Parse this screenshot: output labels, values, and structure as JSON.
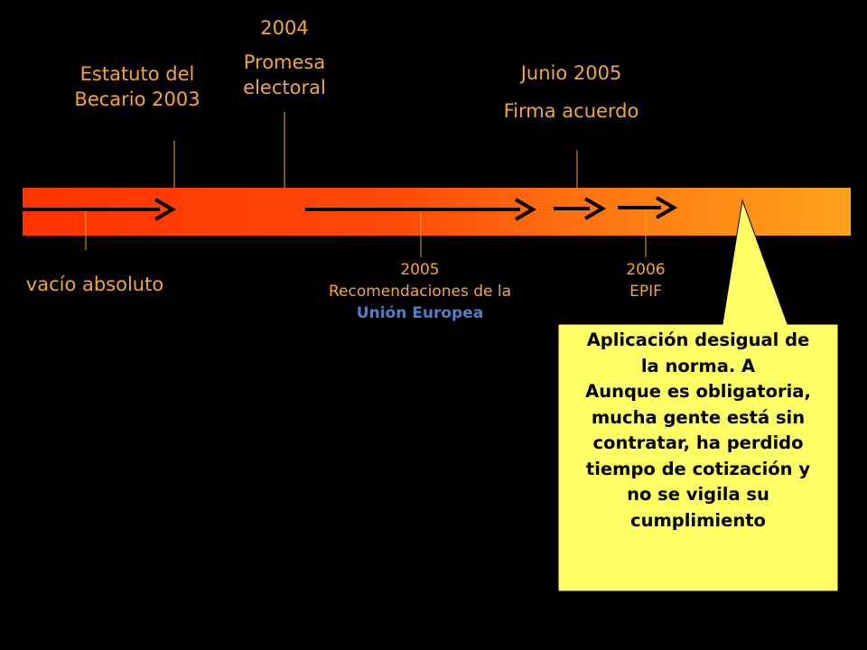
{
  "colors": {
    "background": "#000000",
    "label": "#f5a53c",
    "highlight_blue": "#4f7fc4",
    "bar_start": "#ff3300",
    "bar_end": "#ffa31a",
    "callout_fill": "#ffff66"
  },
  "events_above": [
    {
      "lines": [
        "Estatuto del",
        "Becario 2003"
      ]
    },
    {
      "lines": [
        "2004",
        "Promesa",
        "electoral"
      ]
    },
    {
      "lines": [
        "Junio 2005",
        "Firma acuerdo"
      ]
    }
  ],
  "events_below": [
    {
      "lines": [
        "vacío absoluto"
      ]
    },
    {
      "year": "2005",
      "line2": "Recomendaciones de la",
      "line3": "Unión Europea"
    },
    {
      "year": "2006",
      "line2": "EPIF"
    }
  ],
  "callout": {
    "lines": [
      "Aplicación desigual de",
      "la norma. A",
      "Aunque es obligatoria,",
      "mucha gente está sin",
      "contratar, ha perdido",
      "tiempo de cotización y",
      "no se vigila su",
      "cumplimiento"
    ]
  }
}
